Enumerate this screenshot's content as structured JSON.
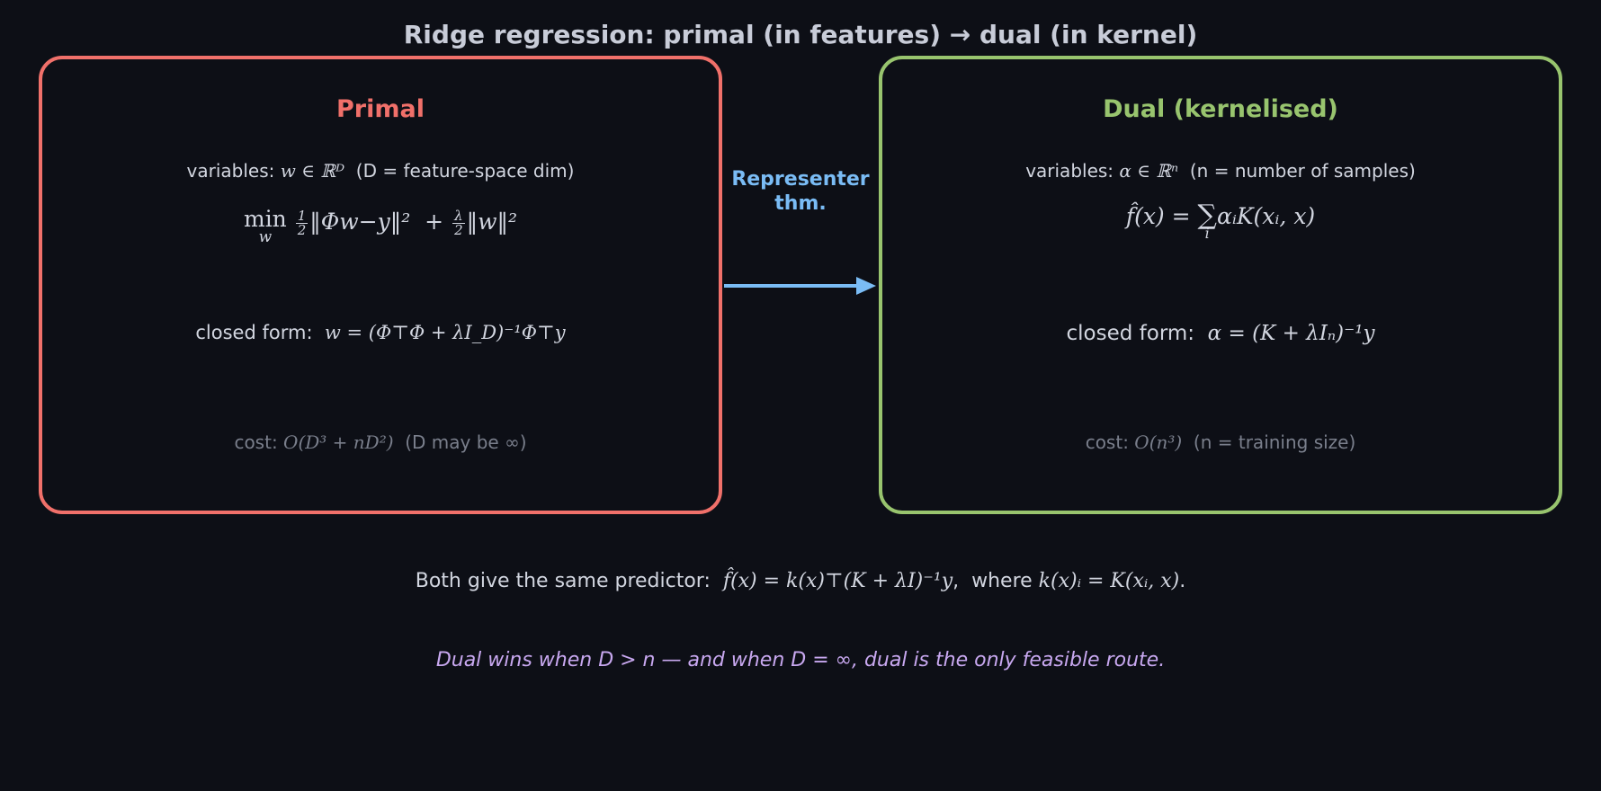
{
  "title": "Ridge regression: primal (in features) → dual (in kernel)",
  "colors": {
    "background": "#0d0f16",
    "primal": "#f0706a",
    "dual": "#98c46e",
    "arrow": "#7abcf5",
    "note": "#c8a8f0",
    "text": "#d2d6e0",
    "muted": "#7a7f8c"
  },
  "primal": {
    "title": "Primal",
    "variables_prefix": "variables: ",
    "variables_math": "w ∈ ℝᴰ",
    "variables_suffix": "  (D = feature-space dim)",
    "objective_min": "min",
    "objective_min_sub": "w",
    "objective_frac1_num": "1",
    "objective_frac1_den": "2",
    "objective_term1": "‖Φw−y‖²  +",
    "objective_frac2_num": "λ",
    "objective_frac2_den": "2",
    "objective_term2": "‖w‖²",
    "closed_form_label": "closed form:  ",
    "closed_form_math": "w = (Φ⊤Φ + λI_D)⁻¹Φ⊤y",
    "cost_label": "cost: ",
    "cost_math": "O(D³ + nD²)",
    "cost_note": "  (D may be ∞)"
  },
  "arrow": {
    "label_line1": "Representer",
    "label_line2": "thm."
  },
  "dual": {
    "title": "Dual (kernelised)",
    "variables_prefix": "variables: ",
    "variables_math": "α ∈ ℝⁿ",
    "variables_suffix": "  (n = number of samples)",
    "predictor_lhs": "f̂(x) = ",
    "predictor_sum": "∑",
    "predictor_sum_sub": "i",
    "predictor_rhs": "αᵢK(xᵢ, x)",
    "closed_form_label": "closed form:  ",
    "closed_form_math": "α = (K + λIₙ)⁻¹y",
    "cost_label": "cost: ",
    "cost_math": "O(n³)",
    "cost_note": "  (n = training size)"
  },
  "footer": {
    "line1_prefix": "Both give the same predictor:  ",
    "line1_math": "f̂(x) = k(x)⊤(K + λI)⁻¹y",
    "line1_mid": ",  where ",
    "line1_math2": "k(x)ᵢ = K(xᵢ, x)",
    "line1_end": ".",
    "line2": "Dual wins when D > n — and when D = ∞, dual is the only feasible route."
  }
}
